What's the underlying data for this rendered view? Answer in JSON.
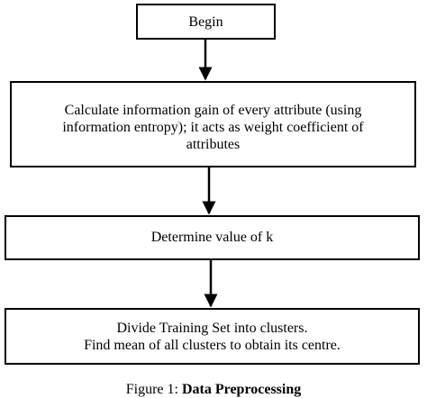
{
  "flowchart": {
    "begin_label": "Begin",
    "step1_lines": [
      "Calculate information gain of every attribute (using",
      "information entropy); it acts as weight coefficient of",
      "attributes"
    ],
    "step2_label": "Determine value of k",
    "step3_lines": [
      "Divide Training Set into clusters.",
      "Find mean of all clusters to obtain its centre."
    ]
  },
  "caption": {
    "prefix": "Figure 1:",
    "title": "Data Preprocessing"
  }
}
